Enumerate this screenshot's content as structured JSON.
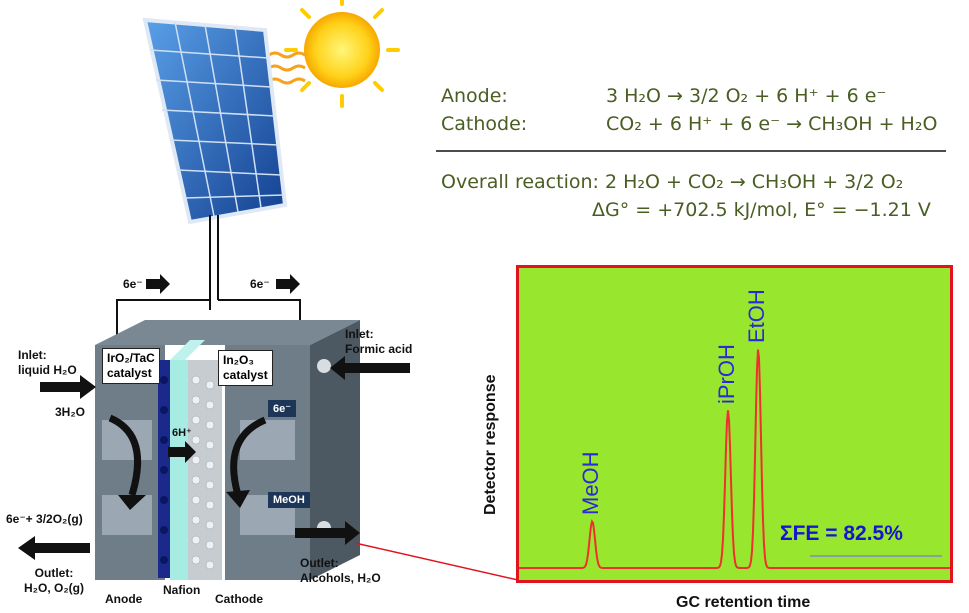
{
  "equations": {
    "anode_label": "Anode:",
    "anode_reaction": "3 H₂O → 3/2 O₂ + 6 H⁺ + 6 e⁻",
    "cathode_label": "Cathode:",
    "cathode_reaction": "CO₂ + 6 H⁺ + 6 e⁻ → CH₃OH + H₂O",
    "overall_reaction": "Overall reaction: 2 H₂O + CO₂ → CH₃OH + 3/2 O₂",
    "thermo": "ΔG° = +702.5 kJ/mol, E° = −1.21 V"
  },
  "cell": {
    "electron_left": "6e⁻",
    "electron_right": "6e⁻",
    "inlet_left": "Inlet:\nliquid H₂O",
    "inlet_right": "Inlet:\nFormic acid",
    "anode_catalyst": "IrO₂/TaC\ncatalyst",
    "cathode_catalyst": "In₂O₃\ncatalyst",
    "water": "3H₂O",
    "protons": "6H⁺",
    "cathode_electrons": "6e⁻",
    "product": "MeOH",
    "anode_products": "6e⁻+ 3/2O₂(g)",
    "outlet_left": "Outlet:\nH₂O, O₂(g)",
    "outlet_right": "Outlet:\nAlcohols, H₂O",
    "anode": "Anode",
    "membrane": "Nafion",
    "cathode": "Cathode"
  },
  "chart_data": {
    "type": "line",
    "xlabel": "GC retention time",
    "ylabel": "Detector response",
    "peaks": [
      {
        "name": "MeOH",
        "x": 0.17,
        "height": 0.16
      },
      {
        "name": "iPrOH",
        "x": 0.485,
        "height": 0.54
      },
      {
        "name": "EtOH",
        "x": 0.555,
        "height": 0.75
      }
    ],
    "annotation": "ΣFE = 82.5%",
    "background_color": "#99e62e",
    "trace_color": "#ee3030",
    "frame_color": "#e0141e",
    "grid": false
  }
}
